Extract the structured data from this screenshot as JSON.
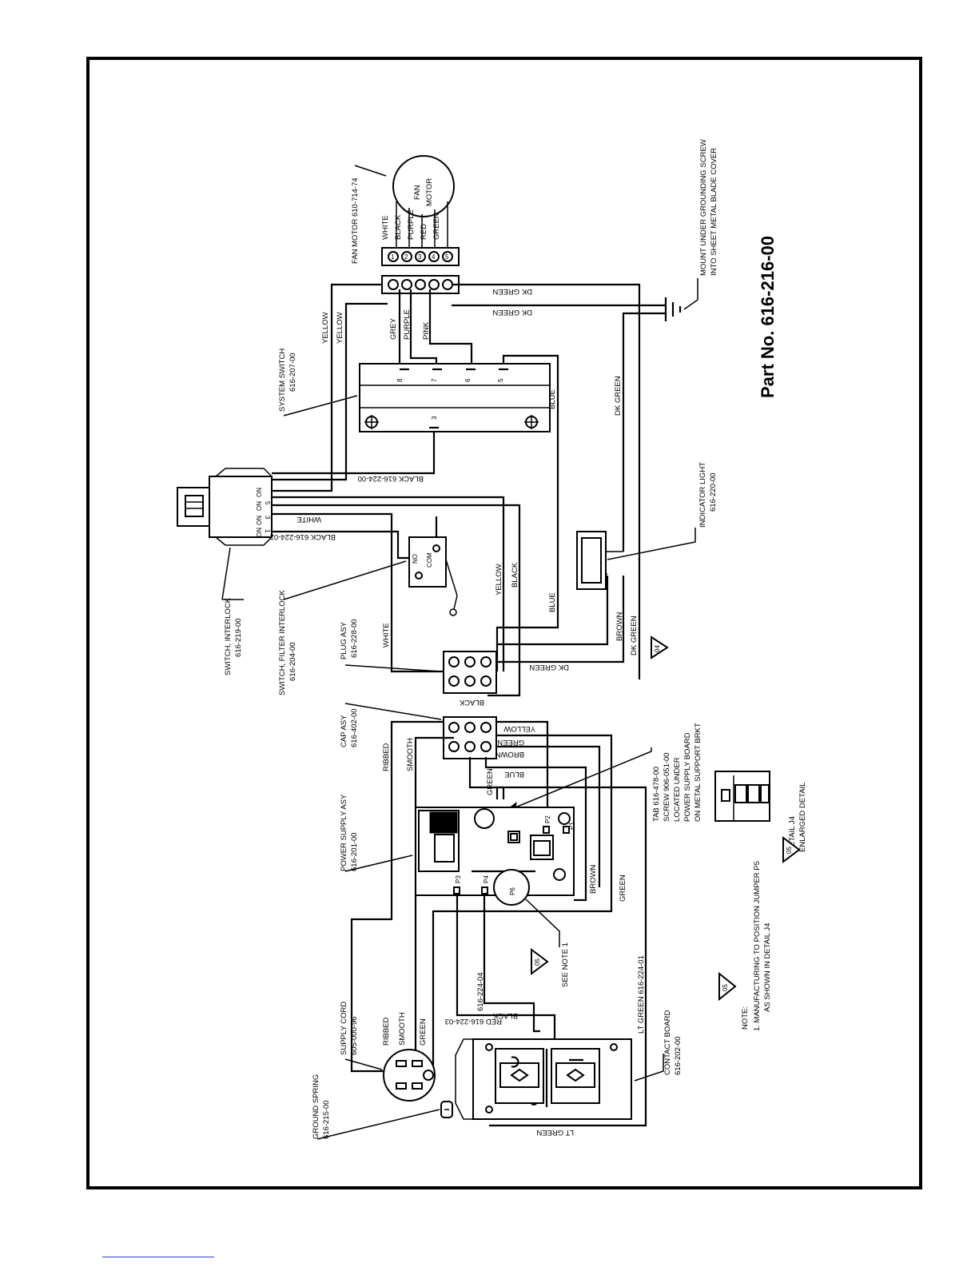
{
  "part_number": "Part No. 616-216-00",
  "components": {
    "fan_motor_callout": "FAN MOTOR 610-714-74",
    "fan_motor_line1": "FAN",
    "fan_motor_line2": "MOTOR",
    "grounding_note_line1": "MOUNT UNDER GROUNDING SCREW",
    "grounding_note_line2": "INTO SHEET METAL BLADE COVER",
    "system_switch_line1": "SYSTEM SWITCH",
    "system_switch_line2": "616-207-00",
    "switch_interlock_line1": "SWITCH, INTERLOCK",
    "switch_interlock_line2": "616-219-00",
    "filter_interlock_line1": "SWITCH, FILTER INTERLOCK",
    "filter_interlock_line2": "616-204-00",
    "plug_asy_line1": "PLUG ASY",
    "plug_asy_line2": "616-228-00",
    "indicator_light_line1": "INDICATOR LIGHT",
    "indicator_light_line2": "616-220-00",
    "cap_asy_line1": "CAP ASY",
    "cap_asy_line2": "616-402-00",
    "power_supply_line1": "POWER SUPPLY ASY",
    "power_supply_line2": "616-201-00",
    "tab_line1": "TAB 616-478-00",
    "tab_line2": "SCREW 906-051-00",
    "tab_line3": "LOCATED UNDER",
    "tab_line4": "POWER SUPPLY BOARD",
    "tab_line5": "ON METAL SUPPORT BRKT",
    "detail_line1": "DETAIL J4",
    "detail_line2": "ENLARGED DETAIL",
    "supply_cord_line1": "SUPPLY CORD",
    "supply_cord_line2": "605-000-96",
    "ground_spring_line1": "GROUND SPRING",
    "ground_spring_line2": "616-215-00",
    "contact_board_line1": "CONTACT BOARD",
    "contact_board_line2": "616-202-00",
    "see_note": "SEE NOTE 1",
    "note_title": "NOTE:",
    "note_line1": "1. MANUFACTURING TO POSITION JUMPER P5",
    "note_line2": "AS SHOWN IN DETAIL J4"
  },
  "revision_marks": [
    "04",
    "05",
    "05",
    "05"
  ],
  "terminals": {
    "motor": [
      "1",
      "2",
      "3",
      "4",
      "5"
    ],
    "system_switch": [
      "8",
      "7",
      "6",
      "5",
      "3"
    ],
    "interlock": [
      "NO",
      "NO",
      "NO",
      "NO",
      "1",
      "3",
      "5"
    ],
    "filter": [
      "NO",
      "COM"
    ],
    "power_supply": [
      "P1",
      "P2",
      "P3",
      "P4",
      "P6"
    ]
  },
  "wire_labels": {
    "white": "WHITE",
    "black": "BLACK",
    "purple": "PURPLE",
    "red": "RED",
    "green": "GREEN",
    "yellow": "YELLOW",
    "grey": "GREY",
    "pink": "PINK",
    "dk_green": "DK GREEN",
    "blue": "BLUE",
    "brown": "BROWN",
    "ribbed": "RIBBED",
    "smooth": "SMOOTH",
    "lt_green": "LT GREEN",
    "black_224_00": "BLACK 616-224-00",
    "black_224_02": "BLACK 616-224-02",
    "red_224_03": "RED 616-224-03",
    "wire_224_04": "616-224-04",
    "lt_green_224_01": "LT GREEN 616-224-01"
  }
}
